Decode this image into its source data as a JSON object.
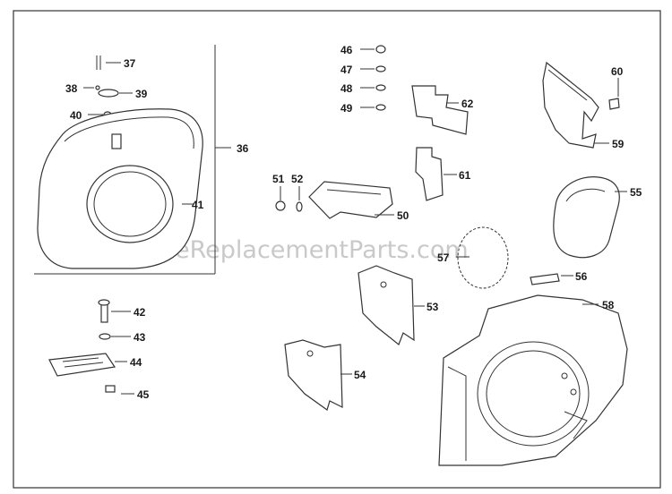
{
  "watermark": "eReplacementParts.com",
  "callouts": {
    "p36": "36",
    "p37": "37",
    "p38": "38",
    "p39": "39",
    "p40": "40",
    "p41": "41",
    "p42": "42",
    "p43": "43",
    "p44": "44",
    "p45": "45",
    "p46": "46",
    "p47": "47",
    "p48": "48",
    "p49": "49",
    "p50": "50",
    "p51": "51",
    "p52": "52",
    "p53": "53",
    "p54": "54",
    "p55": "55",
    "p56": "56",
    "p57": "57",
    "p58": "58",
    "p59": "59",
    "p60": "60",
    "p61": "61",
    "p62": "62"
  }
}
